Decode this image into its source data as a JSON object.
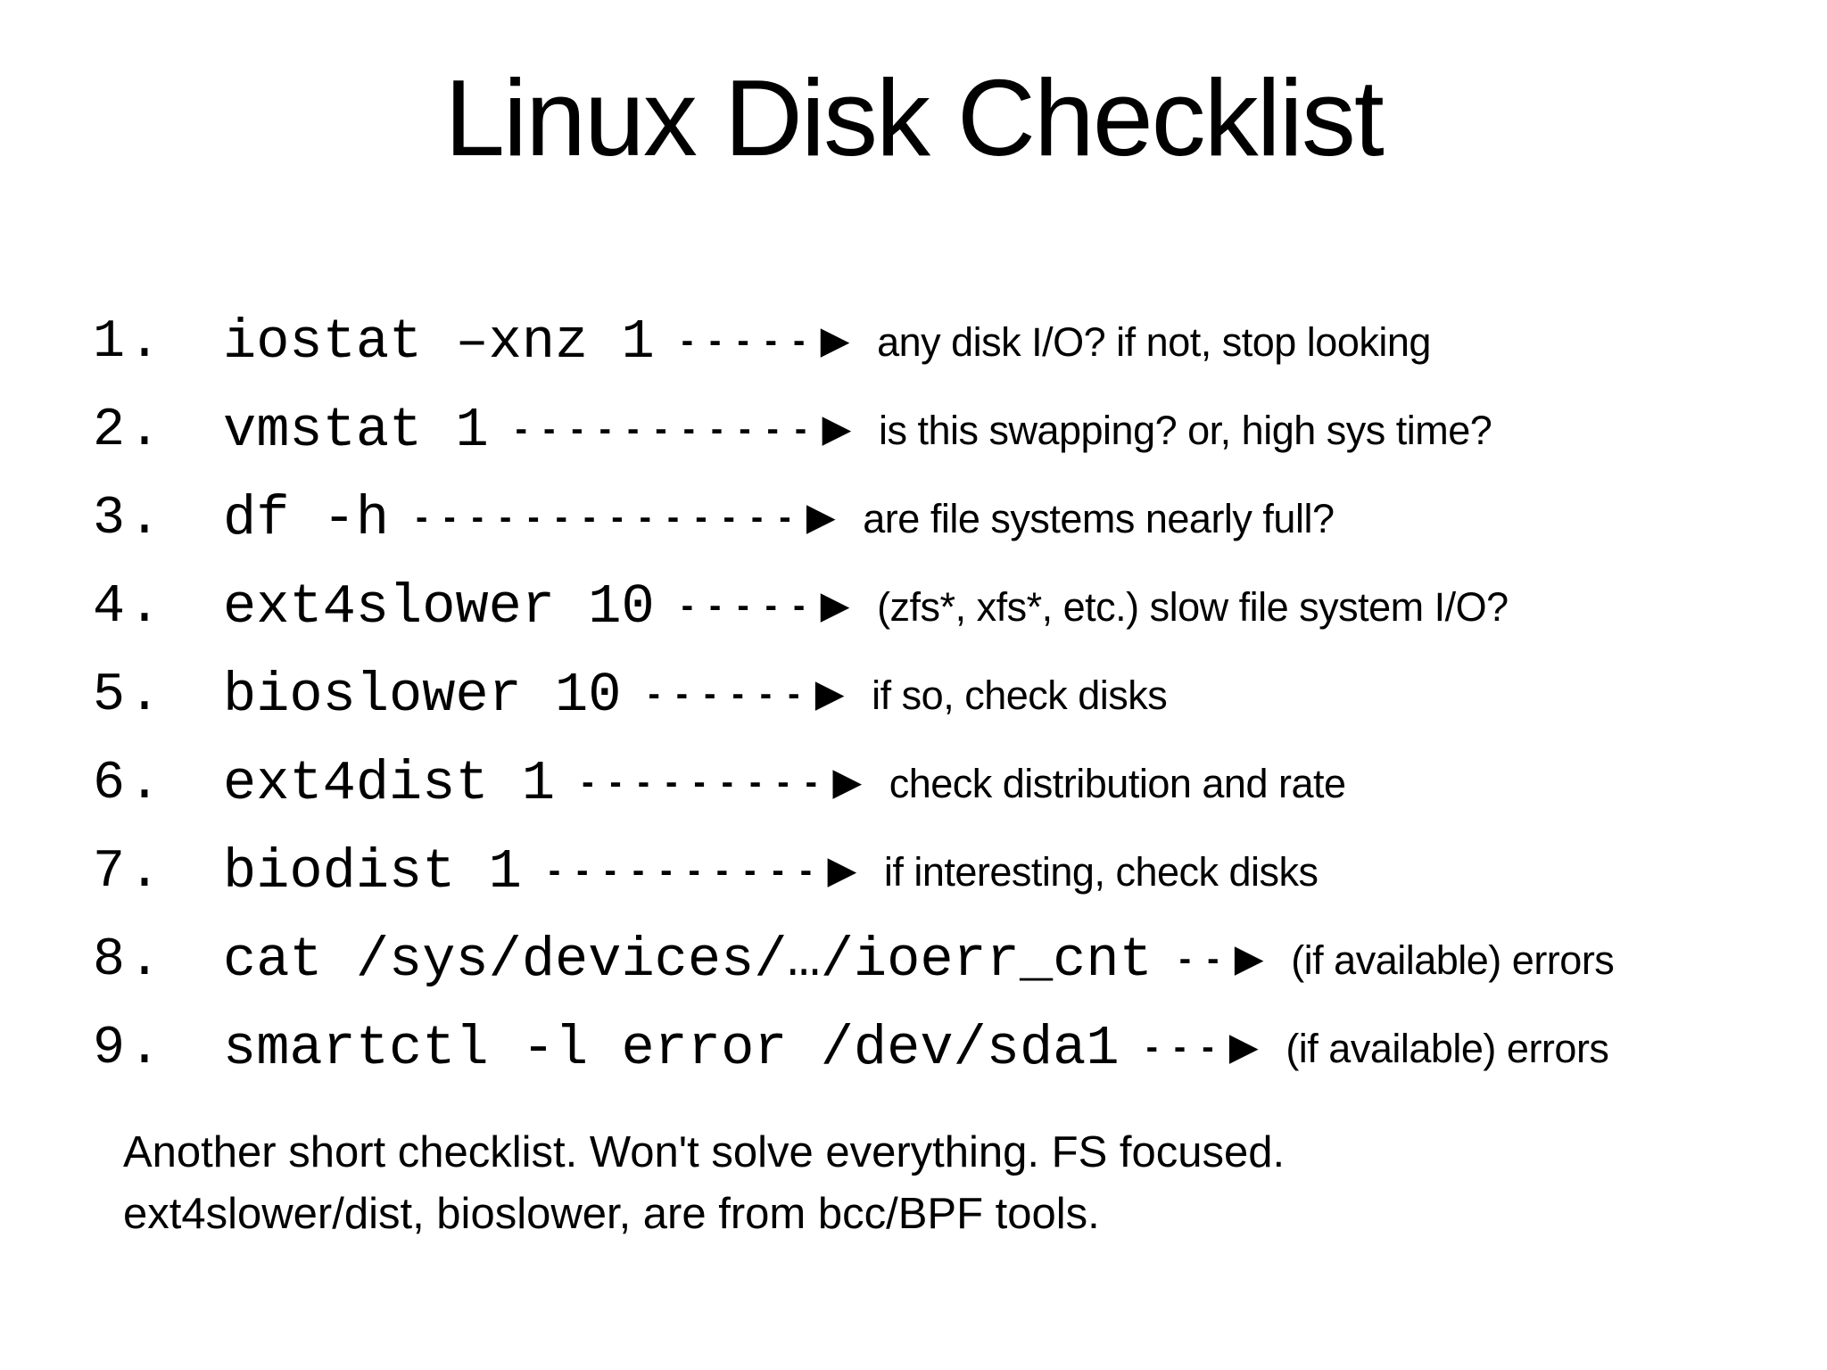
{
  "title": "Linux Disk Checklist",
  "items": [
    {
      "num": "1.",
      "command": "iostat –xnz 1",
      "arrow": "-----▶",
      "desc": "any disk I/O? if not, stop looking"
    },
    {
      "num": "2.",
      "command": "vmstat 1",
      "arrow": "-----------▶",
      "desc": "is this swapping? or, high sys time?"
    },
    {
      "num": "3.",
      "command": "df -h",
      "arrow": "--------------▶",
      "desc": "are file systems nearly full?"
    },
    {
      "num": "4.",
      "command": "ext4slower 10",
      "arrow": "-----▶",
      "desc": "(zfs*, xfs*, etc.) slow file system I/O?"
    },
    {
      "num": "5.",
      "command": "bioslower 10",
      "arrow": "------▶",
      "desc": "if so, check disks"
    },
    {
      "num": "6.",
      "command": "ext4dist 1",
      "arrow": "---------▶",
      "desc": "check distribution and rate"
    },
    {
      "num": "7.",
      "command": "biodist 1",
      "arrow": "----------▶",
      "desc": "if interesting, check disks"
    },
    {
      "num": "8.",
      "command": "cat /sys/devices/…/ioerr_cnt",
      "arrow": "--▶",
      "desc": "(if available) errors"
    },
    {
      "num": "9.",
      "command": "smartctl -l error /dev/sda1",
      "arrow": "---▶",
      "desc": "(if available) errors"
    }
  ],
  "footer": {
    "line1": "Another short checklist. Won't solve everything. FS focused.",
    "line2": "ext4slower/dist, bioslower, are from bcc/BPF tools."
  },
  "colors": {
    "text": "#000000",
    "background": "#ffffff"
  }
}
